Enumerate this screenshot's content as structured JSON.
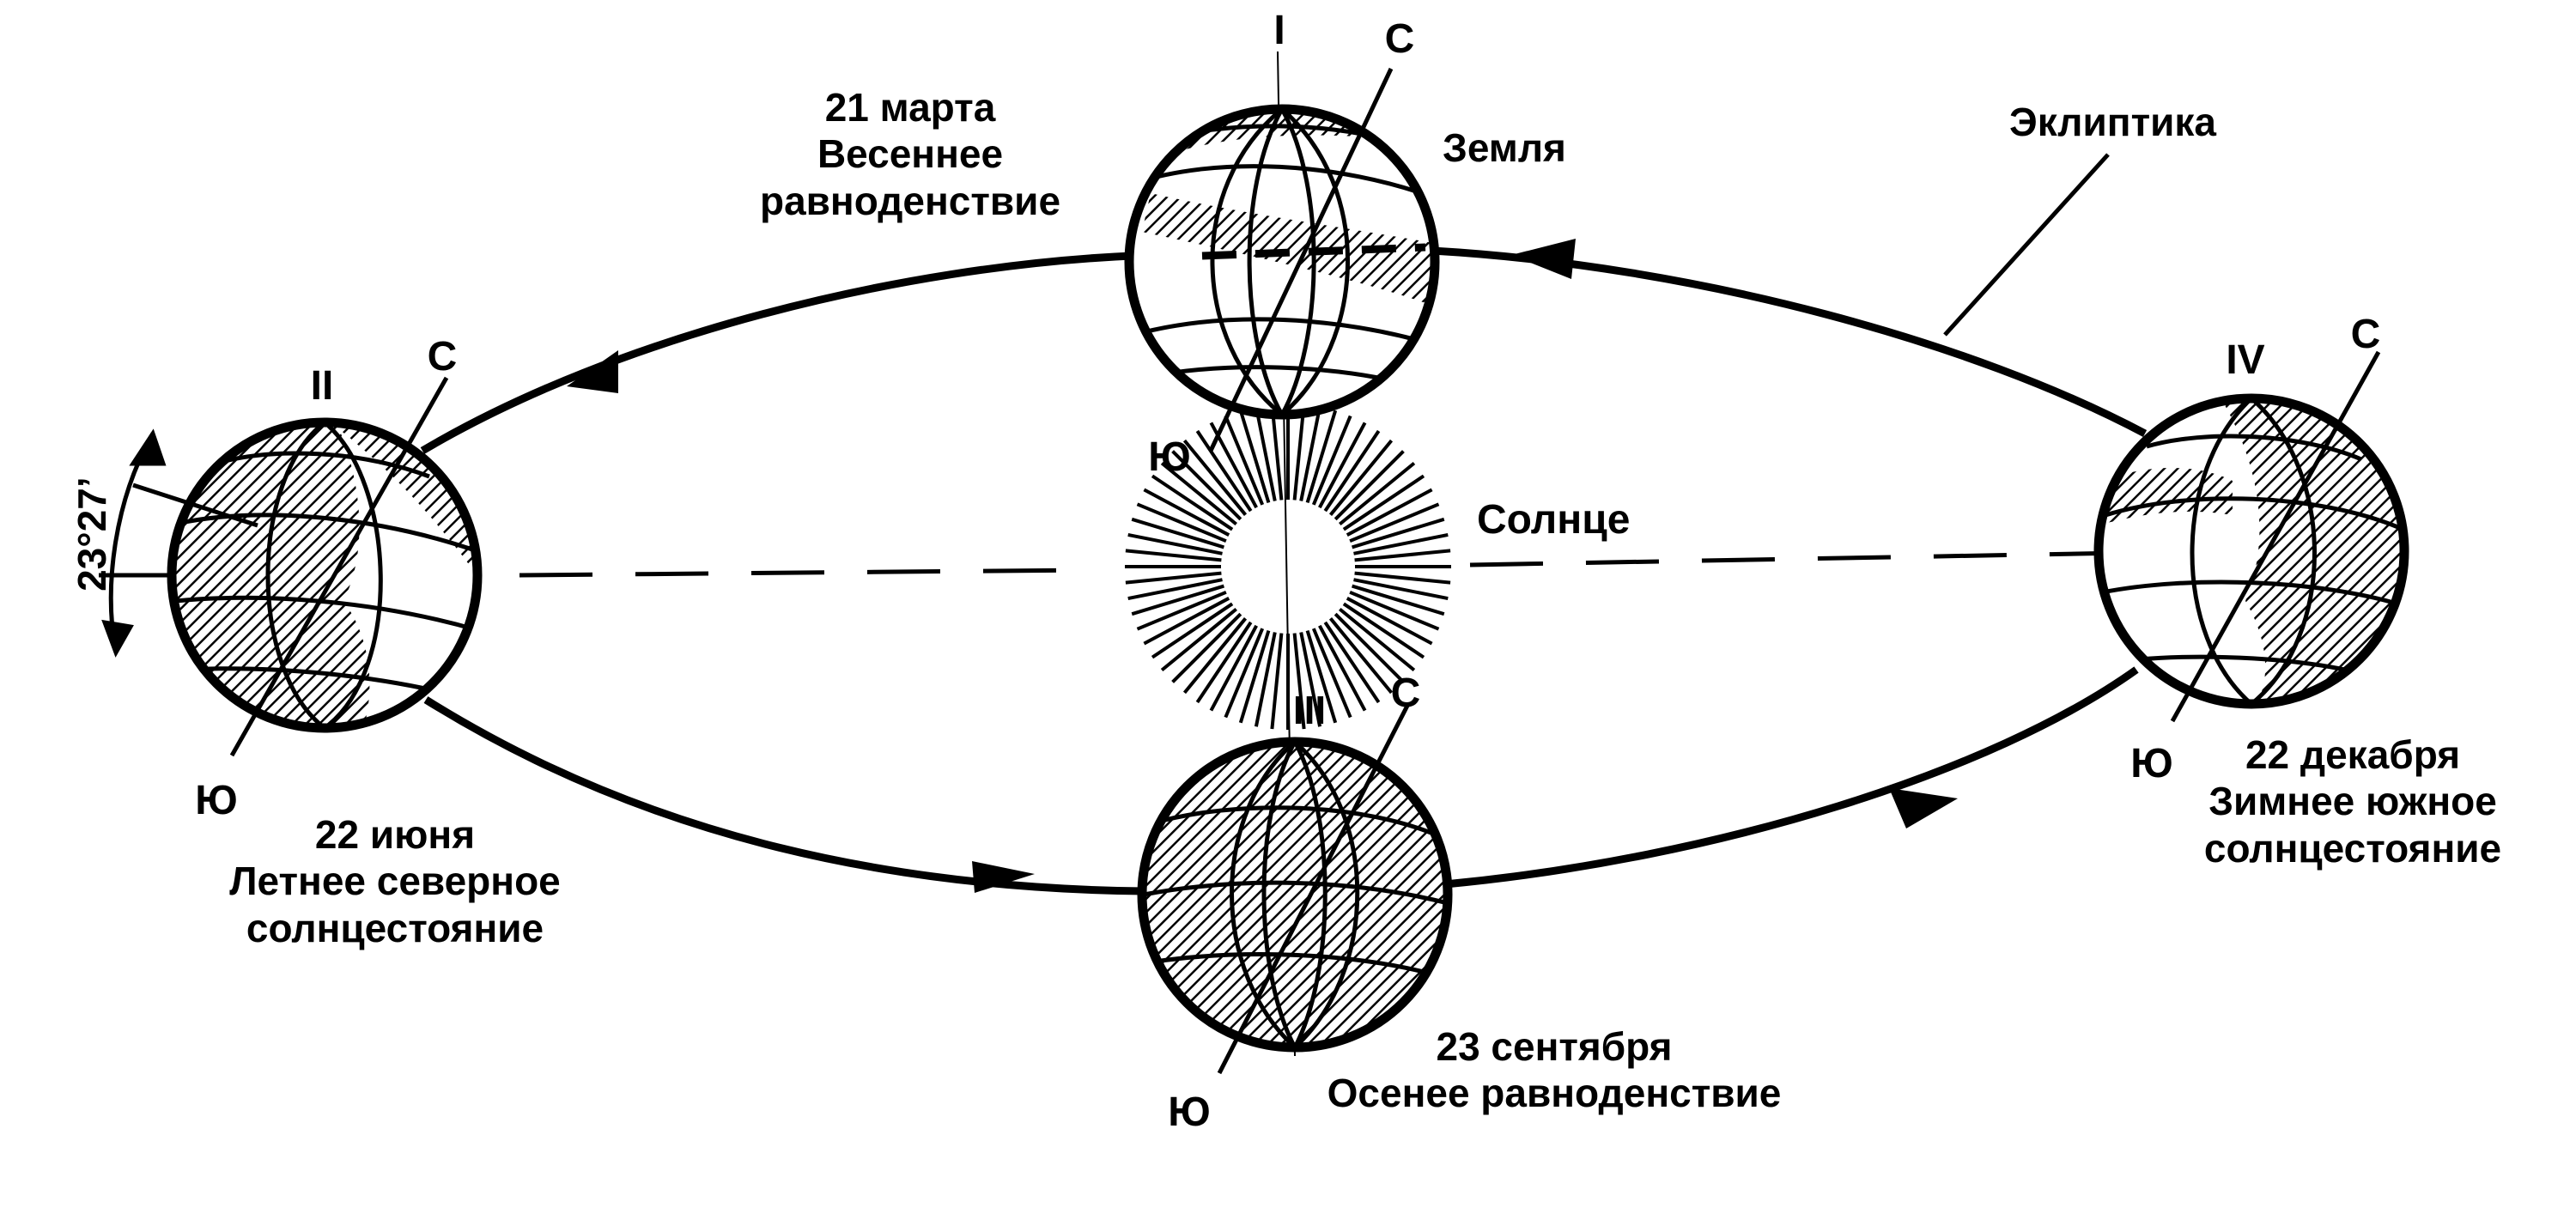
{
  "colors": {
    "ink": "#000000",
    "paper": "#ffffff"
  },
  "labels": {
    "earth": "Земля",
    "sun": "Солнце",
    "ecliptic": "Эклиптика",
    "angle": "23°27’",
    "north": "С",
    "south": "Ю"
  },
  "positions": {
    "spring": {
      "numeral": "I",
      "date": "21 марта",
      "line1": "Весеннее",
      "line2": "равноденствие"
    },
    "summer": {
      "numeral": "II",
      "date": "22 июня",
      "line1": "Летнее северное",
      "line2": "солнцестояние"
    },
    "autumn": {
      "numeral": "III",
      "date": "23 сентября",
      "line1": "Осенее равноденствие"
    },
    "winter": {
      "numeral": "IV",
      "date": "22 декабря",
      "line1": "Зимнее южное",
      "line2": "солнцестояние"
    }
  }
}
